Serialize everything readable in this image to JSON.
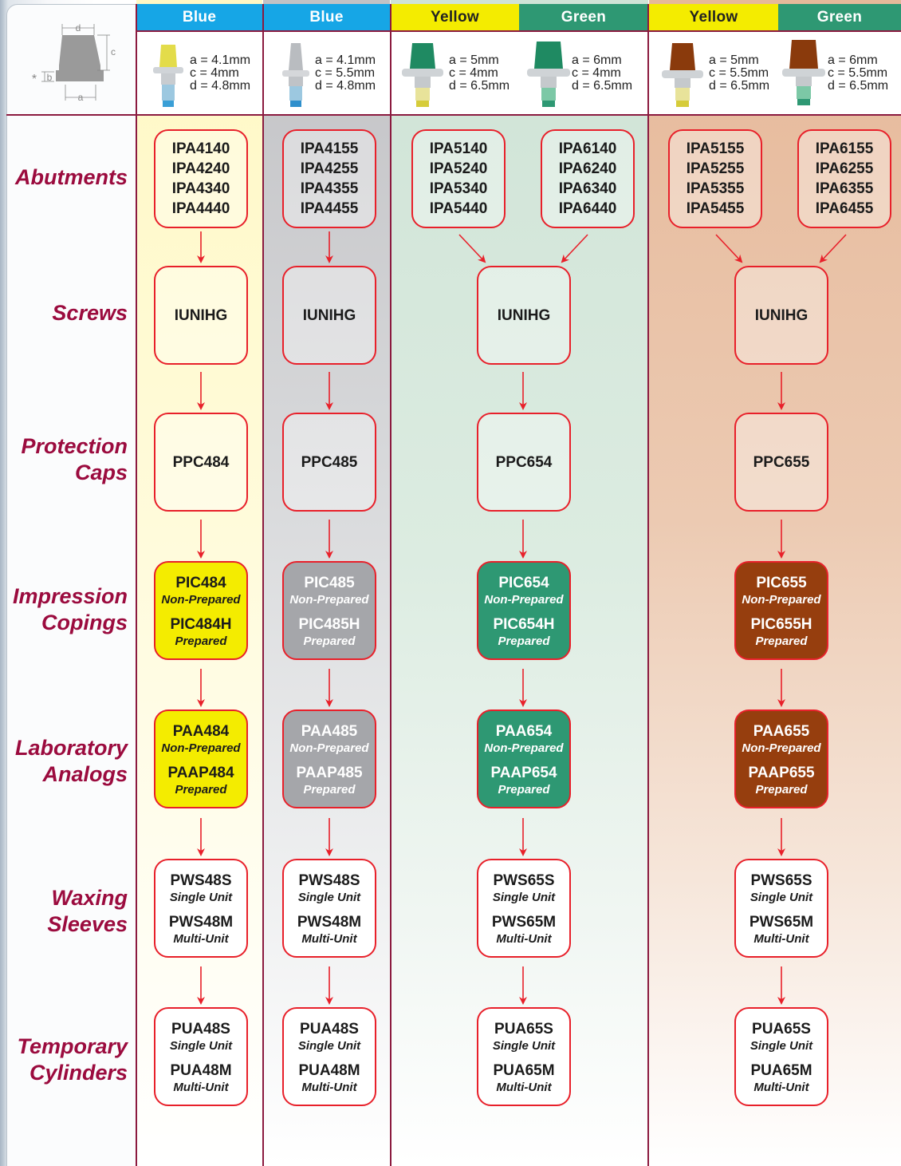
{
  "headers": {
    "col1": {
      "color_label": "Blue",
      "specs": [
        "a = 4.1mm",
        "c = 4mm",
        "d = 4.8mm"
      ]
    },
    "col2": {
      "color_label": "Blue",
      "specs": [
        "a = 4.1mm",
        "c = 5.5mm",
        "d = 4.8mm"
      ]
    },
    "col3a": {
      "color_label": "Yellow",
      "specs": [
        "a = 5mm",
        "c = 4mm",
        "d = 6.5mm"
      ]
    },
    "col3b": {
      "color_label": "Green",
      "specs": [
        "a = 6mm",
        "c = 4mm",
        "d = 6.5mm"
      ]
    },
    "col4a": {
      "color_label": "Yellow",
      "specs": [
        "a = 5mm",
        "c = 5.5mm",
        "d = 6.5mm"
      ]
    },
    "col4b": {
      "color_label": "Green",
      "specs": [
        "a = 6mm",
        "c = 5.5mm",
        "d = 6.5mm"
      ]
    }
  },
  "diagram_labels": {
    "d": "d",
    "c": "c",
    "b": "b",
    "a": "a",
    "star": "*"
  },
  "rows": {
    "abutments": "Abutments",
    "screws": "Screws",
    "protection_caps": [
      "Protection",
      "Caps"
    ],
    "impression_copings": [
      "Impression",
      "Copings"
    ],
    "laboratory_analogs": [
      "Laboratory",
      "Analogs"
    ],
    "waxing_sleeves": [
      "Waxing",
      "Sleeves"
    ],
    "temporary_cylinders": [
      "Temporary",
      "Cylinders"
    ]
  },
  "col1": {
    "abutments": [
      "IPA4140",
      "IPA4240",
      "IPA4340",
      "IPA4440"
    ],
    "screw": "IUNIHG",
    "cap": "PPC484",
    "coping": {
      "a": "PIC484",
      "a_sub": "Non-Prepared",
      "b": "PIC484H",
      "b_sub": "Prepared"
    },
    "analog": {
      "a": "PAA484",
      "a_sub": "Non-Prepared",
      "b": "PAAP484",
      "b_sub": "Prepared"
    },
    "sleeve": {
      "a": "PWS48S",
      "a_sub": "Single Unit",
      "b": "PWS48M",
      "b_sub": "Multi-Unit"
    },
    "cylinder": {
      "a": "PUA48S",
      "a_sub": "Single Unit",
      "b": "PUA48M",
      "b_sub": "Multi-Unit"
    }
  },
  "col2": {
    "abutments": [
      "IPA4155",
      "IPA4255",
      "IPA4355",
      "IPA4455"
    ],
    "screw": "IUNIHG",
    "cap": "PPC485",
    "coping": {
      "a": "PIC485",
      "a_sub": "Non-Prepared",
      "b": "PIC485H",
      "b_sub": "Prepared"
    },
    "analog": {
      "a": "PAA485",
      "a_sub": "Non-Prepared",
      "b": "PAAP485",
      "b_sub": "Prepared"
    },
    "sleeve": {
      "a": "PWS48S",
      "a_sub": "Single Unit",
      "b": "PWS48M",
      "b_sub": "Multi-Unit"
    },
    "cylinder": {
      "a": "PUA48S",
      "a_sub": "Single Unit",
      "b": "PUA48M",
      "b_sub": "Multi-Unit"
    }
  },
  "col3": {
    "abutments_a": [
      "IPA5140",
      "IPA5240",
      "IPA5340",
      "IPA5440"
    ],
    "abutments_b": [
      "IPA6140",
      "IPA6240",
      "IPA6340",
      "IPA6440"
    ],
    "screw": "IUNIHG",
    "cap": "PPC654",
    "coping": {
      "a": "PIC654",
      "a_sub": "Non-Prepared",
      "b": "PIC654H",
      "b_sub": "Prepared"
    },
    "analog": {
      "a": "PAA654",
      "a_sub": "Non-Prepared",
      "b": "PAAP654",
      "b_sub": "Prepared"
    },
    "sleeve": {
      "a": "PWS65S",
      "a_sub": "Single Unit",
      "b": "PWS65M",
      "b_sub": "Multi-Unit"
    },
    "cylinder": {
      "a": "PUA65S",
      "a_sub": "Single Unit",
      "b": "PUA65M",
      "b_sub": "Multi-Unit"
    }
  },
  "col4": {
    "abutments_a": [
      "IPA5155",
      "IPA5255",
      "IPA5355",
      "IPA5455"
    ],
    "abutments_b": [
      "IPA6155",
      "IPA6255",
      "IPA6355",
      "IPA6455"
    ],
    "screw": "IUNIHG",
    "cap": "PPC655",
    "coping": {
      "a": "PIC655",
      "a_sub": "Non-Prepared",
      "b": "PIC655H",
      "b_sub": "Prepared"
    },
    "analog": {
      "a": "PAA655",
      "a_sub": "Non-Prepared",
      "b": "PAAP655",
      "b_sub": "Prepared"
    },
    "sleeve": {
      "a": "PWS65S",
      "a_sub": "Single Unit",
      "b": "PWS65M",
      "b_sub": "Multi-Unit"
    },
    "cylinder": {
      "a": "PUA65S",
      "a_sub": "Single Unit",
      "b": "PUA65M",
      "b_sub": "Multi-Unit"
    }
  },
  "colors": {
    "label": "#9b0b3e",
    "divider": "#8b1a3f",
    "arrow": "#e8202a",
    "blue": "#16a6e6",
    "yellow": "#f4ec00",
    "green": "#2e9873",
    "gray": "#a5a6aa",
    "brown": "#963e0e"
  }
}
